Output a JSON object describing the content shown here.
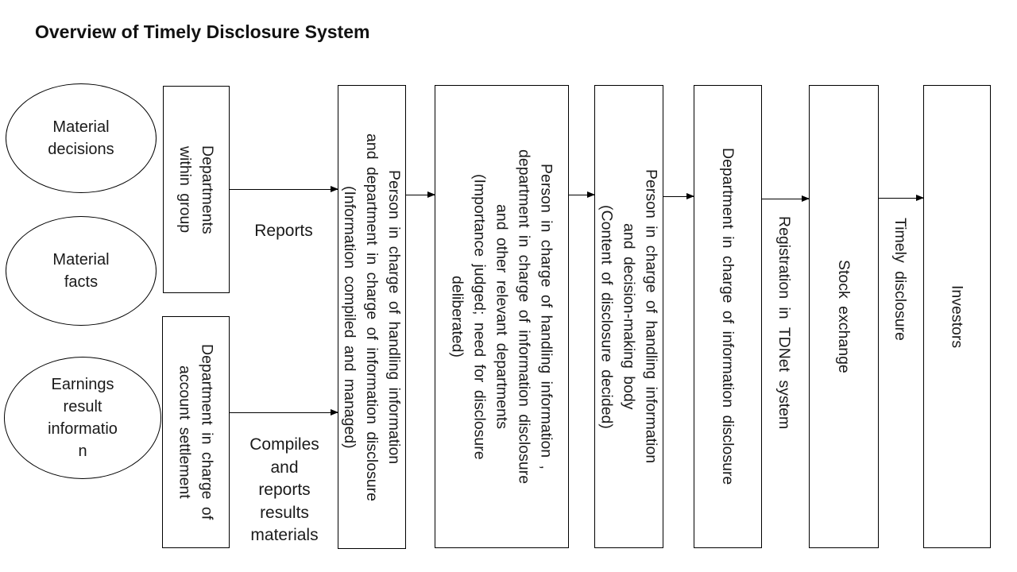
{
  "title": "Overview of Timely Disclosure System",
  "sources": [
    {
      "label": "Material\ndecisions"
    },
    {
      "label": "Material\nfacts"
    },
    {
      "label": "Earnings\nresult\ninformatio\nn"
    }
  ],
  "boxes": {
    "departments_within_group": "Departments\nwithin group",
    "department_account_settlement": "Department in charge of\naccount settlement",
    "info_handling_compiled": "Person in charge of handling information\nand department in charge of information disclosure\n(Information compiled and managed)",
    "importance_judged": "Person in charge of handling information ,\ndepartment in charge of information disclosure\nand other relevant departments\n(Importance judged; need for disclosure\ndeliberated)",
    "decision_making_body": "Person in charge of handling information\nand decision-making body\n(Content of disclosure decided)",
    "info_disclosure_department": "Department in charge of information disclosure",
    "stock_exchange": "Stock exchange",
    "investors": "Investors"
  },
  "labels": {
    "reports": "Reports",
    "compiles": "Compiles\nand\nreports\nresults\nmaterials",
    "tdnet_registration": "Registration in TDNet system",
    "timely_disclosure": "Timely disclosure"
  },
  "colors": {
    "line": "#000000",
    "text": "#1a1a1a",
    "background": "#ffffff"
  }
}
